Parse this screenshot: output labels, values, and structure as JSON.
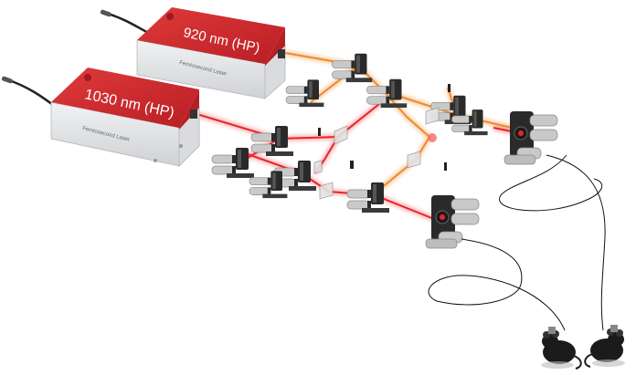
{
  "lasers": [
    {
      "title": "920 nm (HP)",
      "brand": "Femtosecond Laser",
      "beam_color": "#f08a2a"
    },
    {
      "title": "1030 nm (HP)",
      "brand": "Femtosecond Laser",
      "beam_color": "#e4262c"
    }
  ],
  "colors": {
    "laser_top": "#d4252b",
    "laser_body": "#e7e8ea",
    "mount_dark": "#2a2a2a",
    "mount_light": "#c9c9c9",
    "beam_red": "#e4262c",
    "beam_orange": "#f08a2a",
    "fiber": "#111111",
    "mouse": "#1b1b1b"
  },
  "icons": [
    "laser-head-icon",
    "mirror-mount-icon",
    "beam-splitter-icon",
    "objective-icon",
    "mouse-icon",
    "fiber-cable-icon"
  ]
}
